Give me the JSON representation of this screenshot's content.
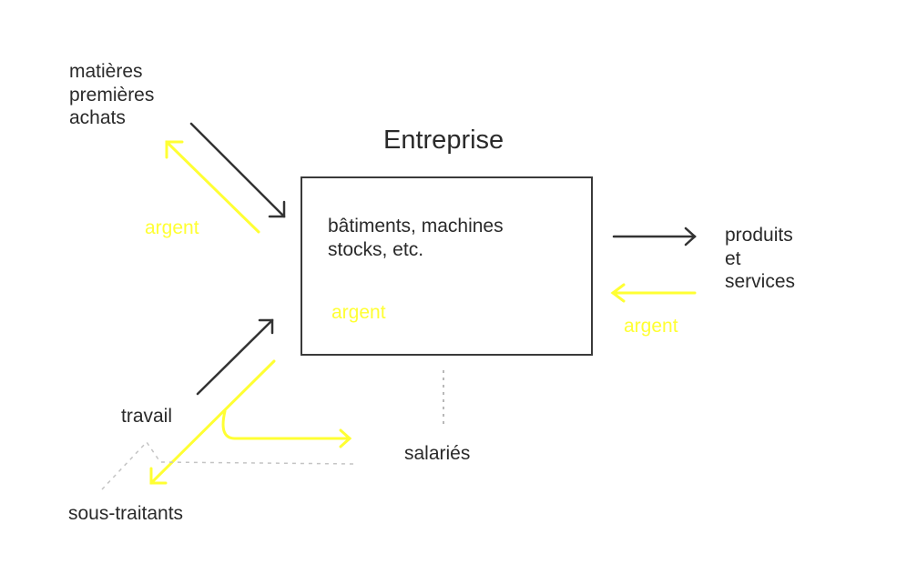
{
  "title": "Entreprise",
  "box": {
    "line1": "bâtiments, machines",
    "line2": "stocks, etc.",
    "money": "argent"
  },
  "inputs": {
    "line1": "matières",
    "line2": "premières",
    "line3": "achats",
    "money": "argent"
  },
  "outputs": {
    "line1": "produits",
    "line2": "et",
    "line3": "services",
    "money": "argent"
  },
  "labour": "travail",
  "subcontractors": "sous-traitants",
  "employees": "salariés",
  "colors": {
    "ink": "#2a2a2a",
    "money": "#ffff33",
    "dotted": "#b8b8b8"
  }
}
